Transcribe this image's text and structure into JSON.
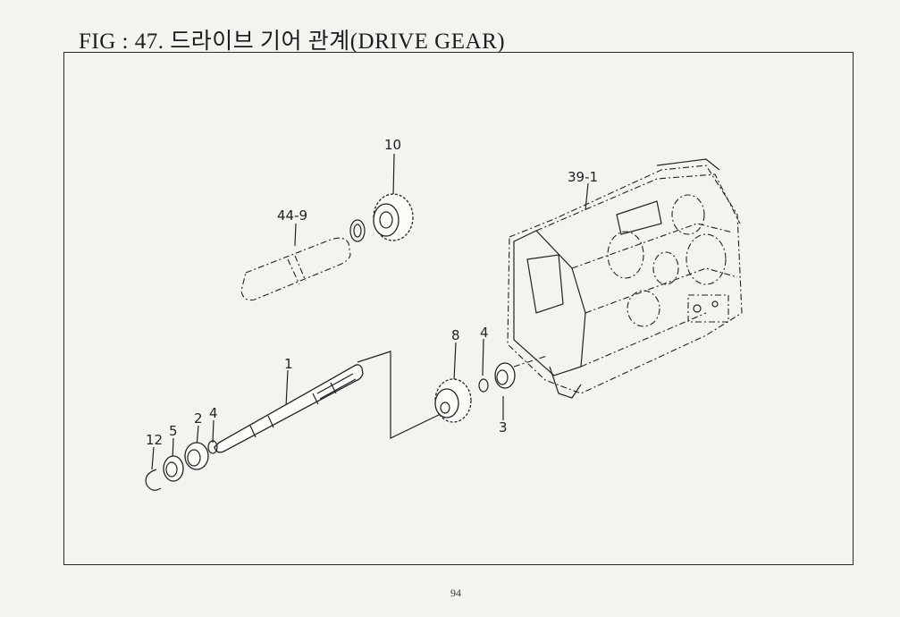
{
  "figure": {
    "title": "FIG : 47. 드라이브 기어 관계(DRIVE GEAR)",
    "page_number": "94"
  },
  "callouts": {
    "c10": "10",
    "c44_9": "44-9",
    "c39_1": "39-1",
    "c1": "1",
    "c8": "8",
    "c4a": "4",
    "c4b": "4",
    "c3": "3",
    "c2": "2",
    "c5": "5",
    "c12": "12"
  }
}
